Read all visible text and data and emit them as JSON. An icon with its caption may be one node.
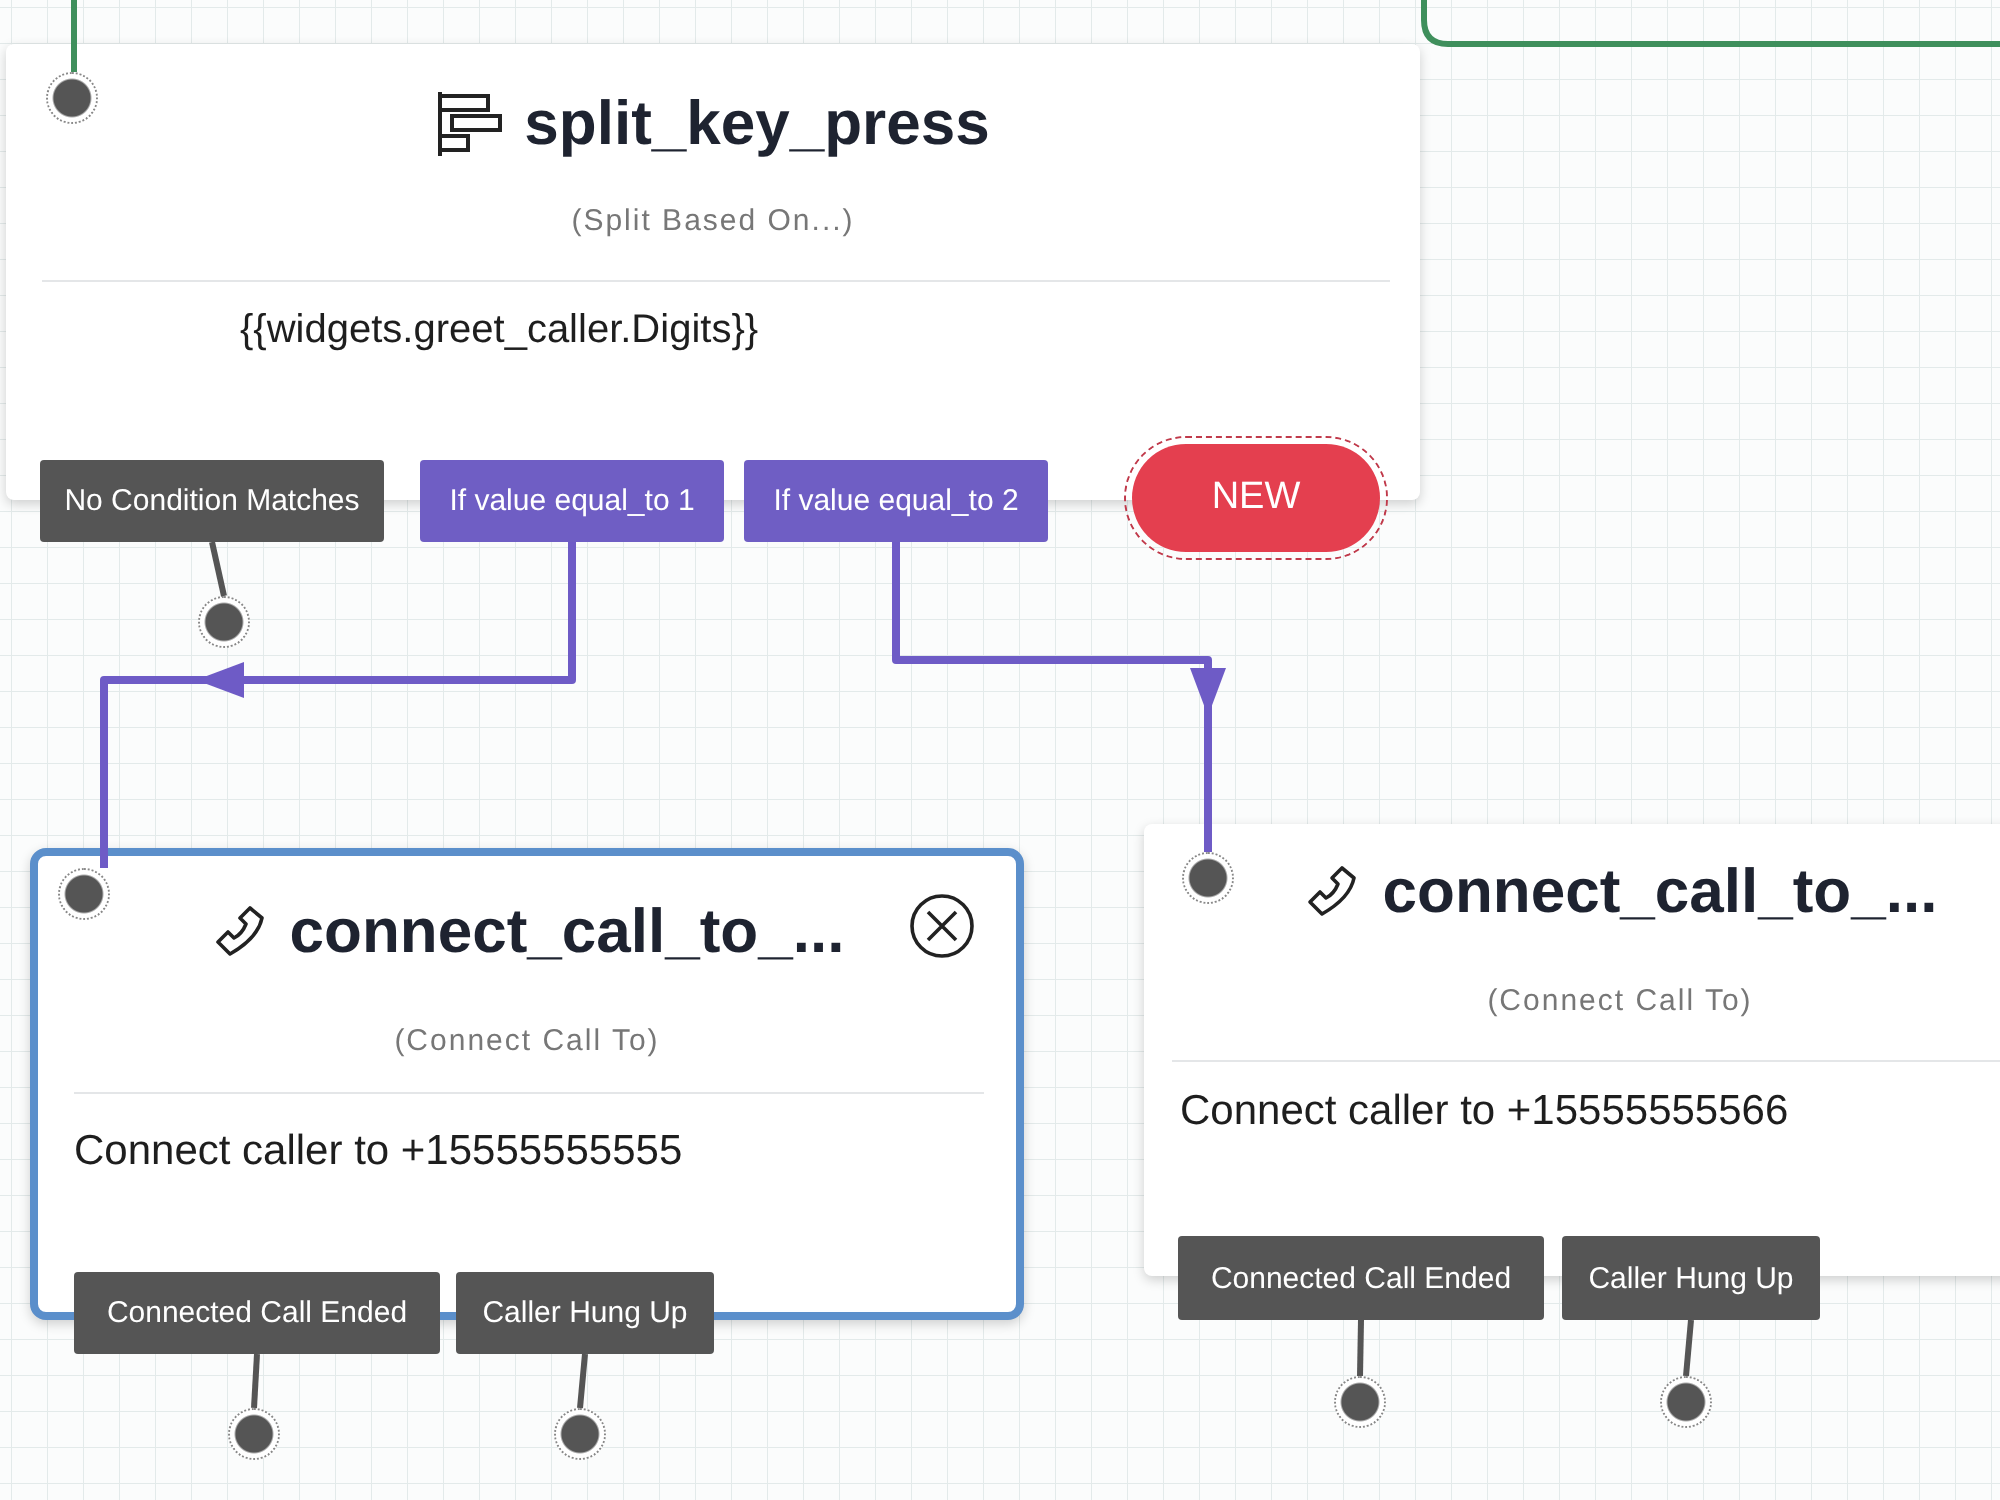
{
  "diagram": {
    "nodes": [
      {
        "text": [
          "split_key_press",
          "(Split Based On...)",
          "{{widgets.greet_caller.Digits}}"
        ]
      },
      {
        "text": [],
        "shape": "circle",
        "in": 0
      },
      {
        "text": [
          "No Condition Matches"
        ]
      },
      {
        "text": [
          "If value equal_to 1"
        ]
      },
      {
        "text": [
          "If value equal_to 2"
        ]
      },
      {
        "text": [
          "NEW"
        ]
      },
      {
        "text": [],
        "shape": "circle"
      },
      {
        "text": [
          "connect_call_to_...",
          "(Connect Call To)",
          "Connect caller to +15555555555"
        ]
      },
      {
        "text": [],
        "shape": "circle",
        "in": 7
      },
      {
        "text": [
          "Connected Call Ended"
        ]
      },
      {
        "text": [
          "Caller Hung Up"
        ]
      },
      {
        "text": [],
        "shape": "circle"
      },
      {
        "text": [],
        "shape": "circle"
      },
      {
        "text": [
          "connect_call_to_...",
          "(Connect Call To)",
          "Connect caller to +15555555566"
        ]
      },
      {
        "text": [],
        "shape": "circle",
        "in": 13
      },
      {
        "text": [
          "Connected Call Ended"
        ]
      },
      {
        "text": [
          "Caller Hung Up"
        ]
      },
      {
        "text": [],
        "shape": "circle"
      },
      {
        "text": [],
        "shape": "circle"
      }
    ],
    "edges": [
      {
        "from": null,
        "to": 1,
        "arrow": "none",
        "color": "#3f8f5c"
      },
      {
        "from": 2,
        "to": 6,
        "arrow": "none"
      },
      {
        "from": 3,
        "to": 8,
        "arrow": "to",
        "color": "#6e5bc6"
      },
      {
        "from": 4,
        "to": 14,
        "arrow": "to",
        "color": "#6e5bc6"
      },
      {
        "from": 9,
        "to": 11,
        "arrow": "none"
      },
      {
        "from": 10,
        "to": 12,
        "arrow": "none"
      },
      {
        "from": 15,
        "to": 17,
        "arrow": "none"
      },
      {
        "from": 16,
        "to": 18,
        "arrow": "none"
      }
    ]
  }
}
